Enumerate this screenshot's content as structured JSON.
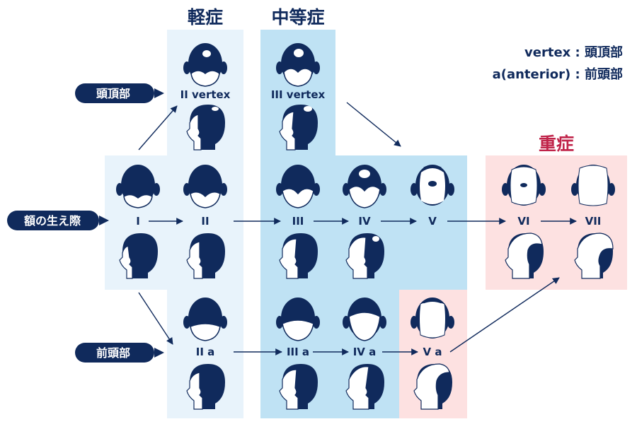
{
  "categories": {
    "mild": "軽症",
    "moderate": "中等症",
    "severe": "重症"
  },
  "legend": {
    "vertex": "vertex : 頭頂部",
    "anterior": "a(anterior) : 前頭部"
  },
  "row_labels": {
    "vertex": "頭頂部",
    "hairline": "額の生え際",
    "anterior": "前頭部"
  },
  "stages": {
    "I": "I",
    "II": "II",
    "II_vertex": "II vertex",
    "II_a": "II a",
    "III": "III",
    "III_vertex": "III vertex",
    "III_a": "III a",
    "IV": "IV",
    "IV_a": "IV a",
    "V": "V",
    "V_a": "V a",
    "VI": "VI",
    "VII": "VII"
  },
  "colors": {
    "navy": "#102a5c",
    "mild_bg": "#e8f3fb",
    "moderate_bg": "#bfe2f4",
    "severe_bg": "#fde1e1",
    "severe_title": "#c0244a",
    "scalp": "#ffffff"
  }
}
